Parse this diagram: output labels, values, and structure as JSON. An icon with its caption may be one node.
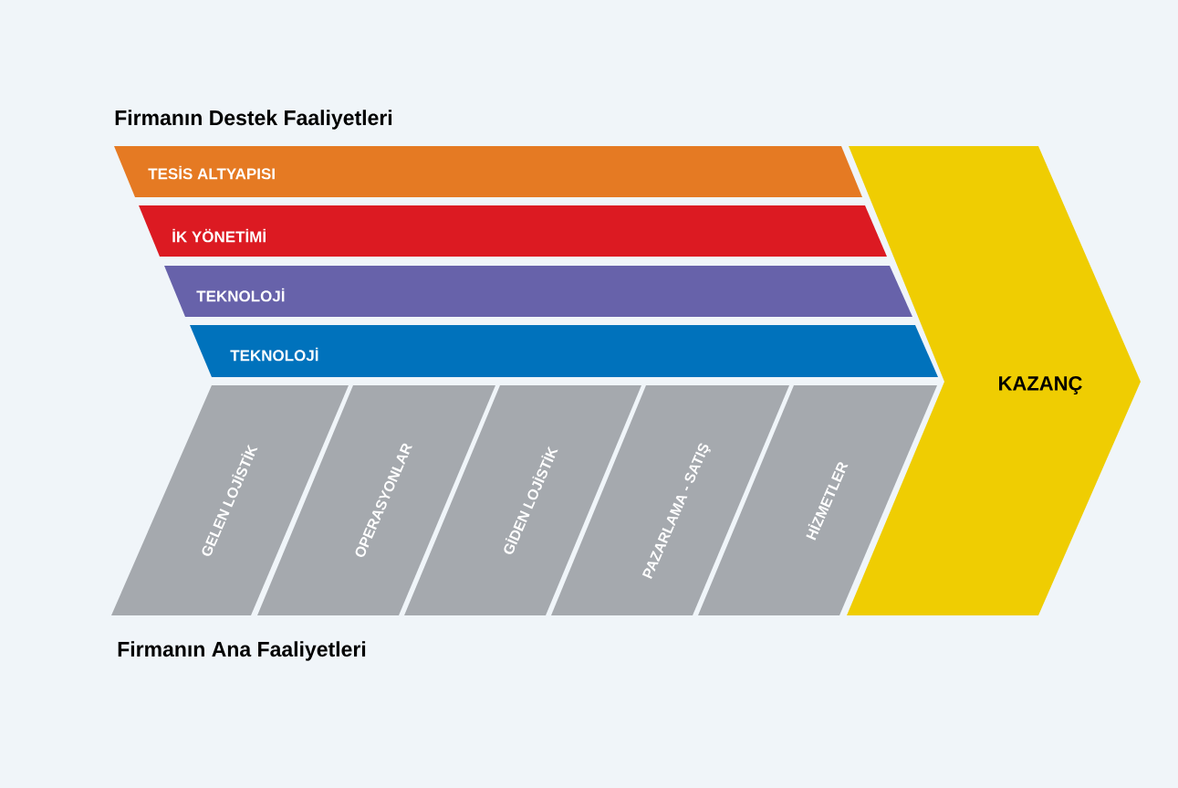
{
  "diagram": {
    "nodes": [
      {
        "text": [
          "TESİS ALTYAPISI"
        ]
      },
      {
        "text": [
          "İK YÖNETİMİ"
        ]
      },
      {
        "text": [
          "TEKNOLOJİ"
        ]
      },
      {
        "text": [
          "TEKNOLOJİ"
        ]
      },
      {
        "text": [
          "GELEN LOJİSTİK"
        ]
      },
      {
        "text": [
          "OPERASYONLAR"
        ]
      },
      {
        "text": [
          "GİDEN LOJİSTİK"
        ]
      },
      {
        "text": [
          "PAZARLAMA - SATIŞ"
        ]
      },
      {
        "text": [
          "HİZMETLER"
        ]
      },
      {
        "text": [
          "KAZANÇ"
        ]
      }
    ],
    "labels": [
      "Firmanın Destek Faaliyetleri",
      "Firmanın Ana Faaliyetleri"
    ]
  }
}
